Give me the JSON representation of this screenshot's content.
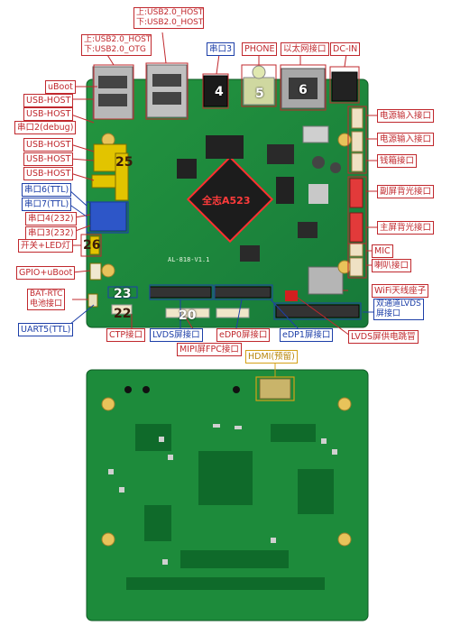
{
  "top_labels": {
    "usb_host_a": "上:USB2.0_HOST",
    "usb_host_b": "下:USB2.0_HOST",
    "usb_otg_a": "上:USB2.0_HOST",
    "usb_otg_b": "下:USB2.0_OTG",
    "serial3": "串口3",
    "phone": "PHONE",
    "ethernet": "以太网接口",
    "dc_in": "DC-IN"
  },
  "left_labels": {
    "uboot": "uBoot",
    "usb_host_1": "USB-HOST",
    "usb_host_2": "USB-HOST",
    "serial2_debug": "串口2(debug)",
    "usb_host_3": "USB-HOST",
    "usb_host_4": "USB-HOST",
    "usb_host_5": "USB-HOST",
    "serial6": "串口6(TTL)",
    "serial7": "串口7(TTL)",
    "serial4": "串口4(232)",
    "serial3_232": "串口3(232)",
    "switch_led": "开关+LED灯",
    "gpio_uboot": "GPIO+uBoot",
    "bat_rtc": "BAT-RTC",
    "battery": "电池接口",
    "uart5": "UART5(TTL)"
  },
  "right_labels": {
    "power_in_1": "电源输入接口",
    "power_in_2": "电源输入接口",
    "cashbox": "钱箱接口",
    "sub_backlight": "副屏背光接口",
    "main_backlight": "主屏背光接口",
    "mic": "MIC",
    "speaker": "喇叭接口",
    "wifi": "WiFi天线座子",
    "dual_lvds_a": "双通道LVDS",
    "dual_lvds_b": "屏接口",
    "lvds_jumper": "LVDS屏供电跳冒"
  },
  "bottom_labels": {
    "ctp": "CTP接口",
    "lvds": "LVDS屏接口",
    "edp0": "eDP0屏接口",
    "edp1": "eDP1屏接口",
    "mipi": "MIPI屏FPC接口",
    "hdmi": "HDMI(预留)"
  },
  "numbers": {
    "n4": "4",
    "n5": "5",
    "n6": "6",
    "n26": "26",
    "n20": "20",
    "n22": "22",
    "n23": "23",
    "n25": "25"
  },
  "chip": {
    "name": "全志A523"
  },
  "board_silk": {
    "model": "AL-818-V1.1"
  },
  "colors": {
    "pcb": "#1f8a3a",
    "pcb_dark": "#146b2b",
    "label_red": "#c0282d",
    "label_blue": "#1d3fa8",
    "hdmi_gold": "#d4a017"
  }
}
